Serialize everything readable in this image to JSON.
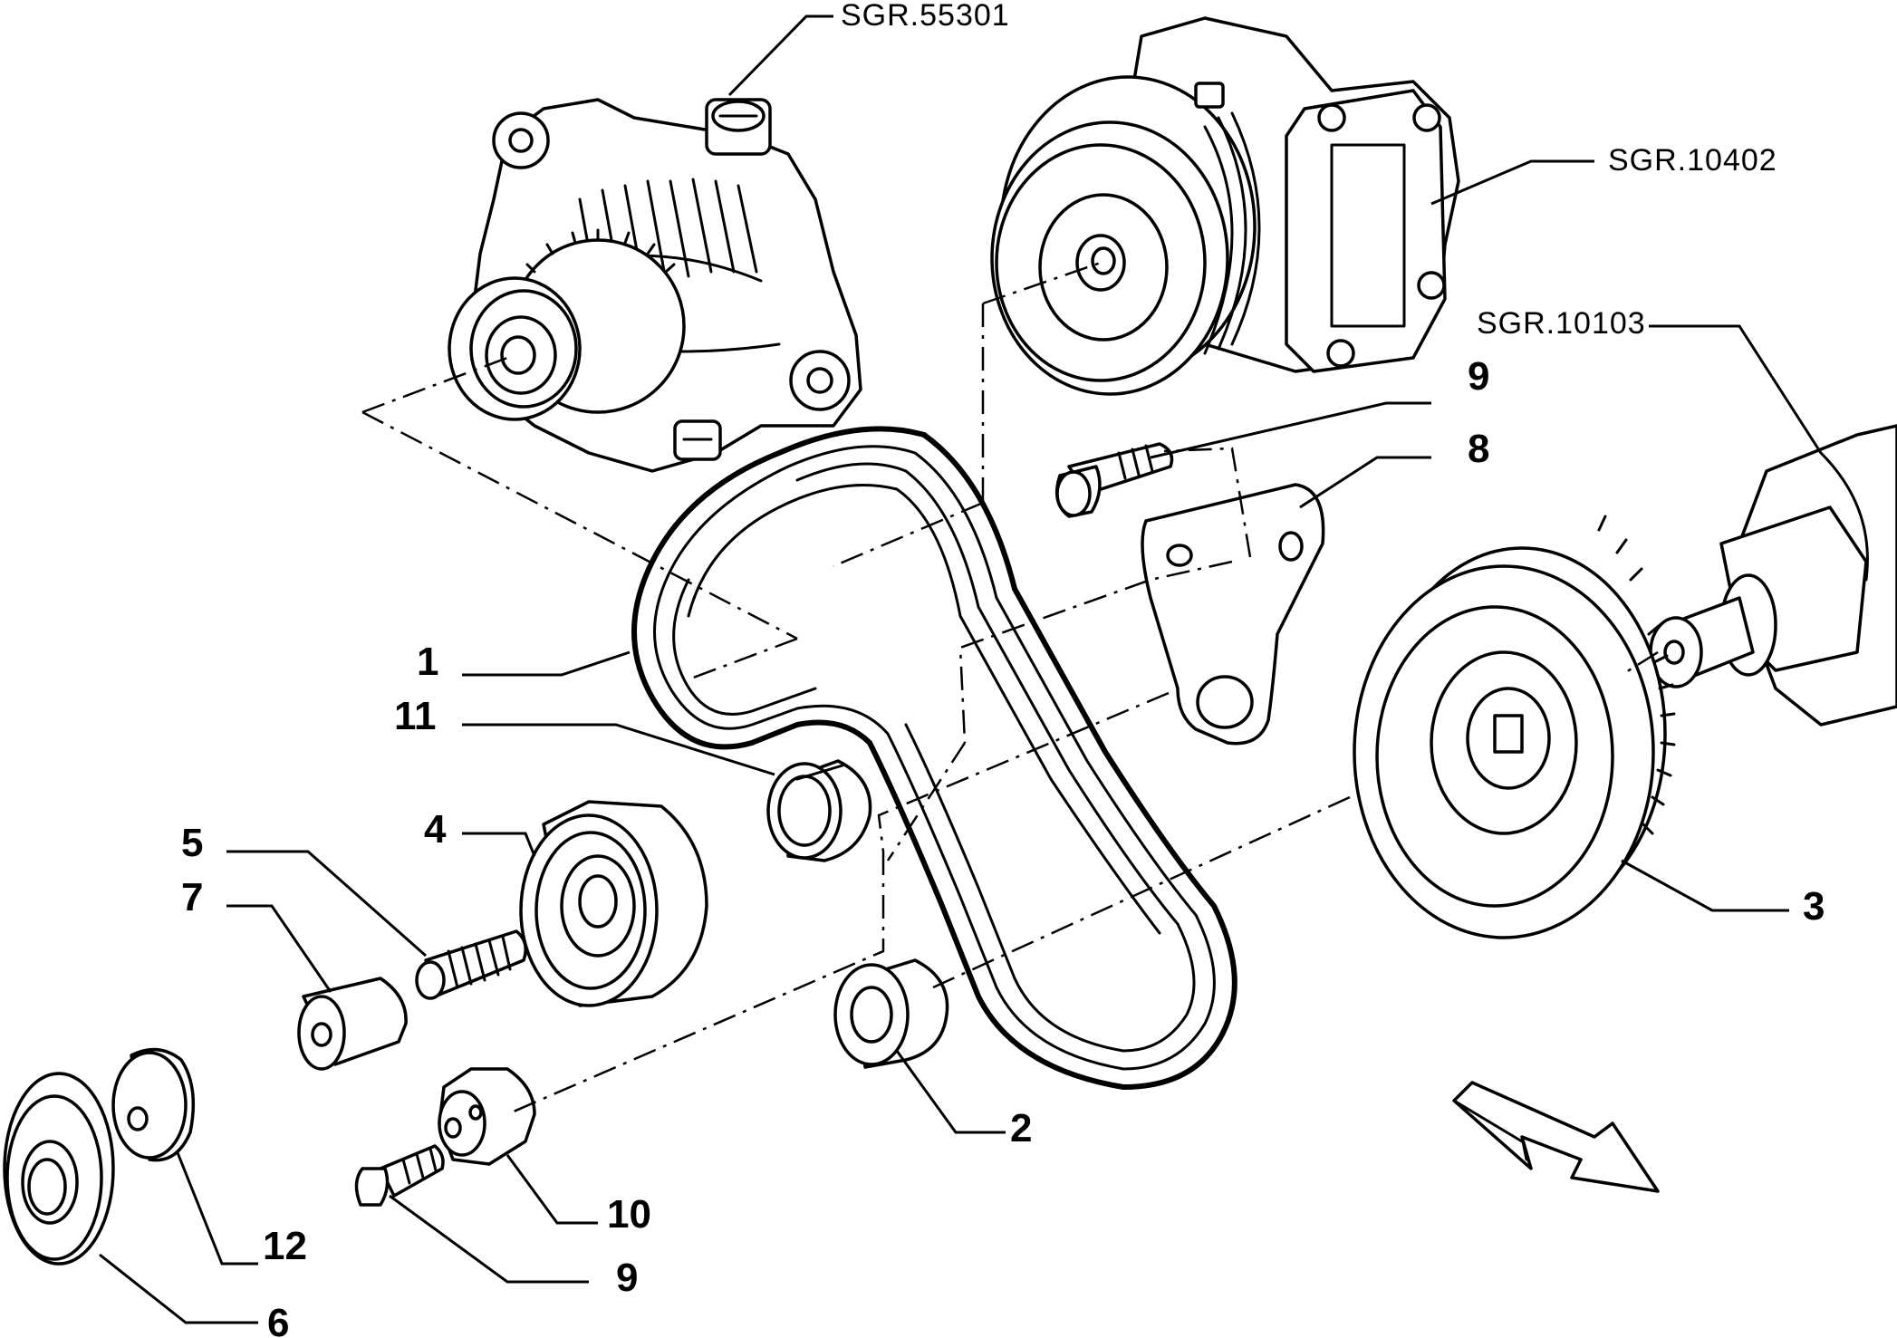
{
  "diagram": {
    "refs": {
      "alternator": "SGR.55301",
      "power_steering_pump": "SGR.10402",
      "crankshaft": "SGR.10103"
    },
    "callouts": {
      "belt": "1",
      "idler_pulley_small": "2",
      "crankshaft_pulley": "3",
      "tensioner_pulley": "4",
      "stud": "5",
      "pulley_cover": "6",
      "nut": "7",
      "bracket": "8",
      "bracket_bolt": "9",
      "lower_bolt": "9",
      "tensioner_bracket": "10",
      "idler_pulley": "11",
      "cap": "12"
    },
    "icons": [
      "alternator-icon",
      "pump-icon",
      "crankshaft-icon",
      "belt-icon",
      "direction-arrow-icon"
    ]
  }
}
